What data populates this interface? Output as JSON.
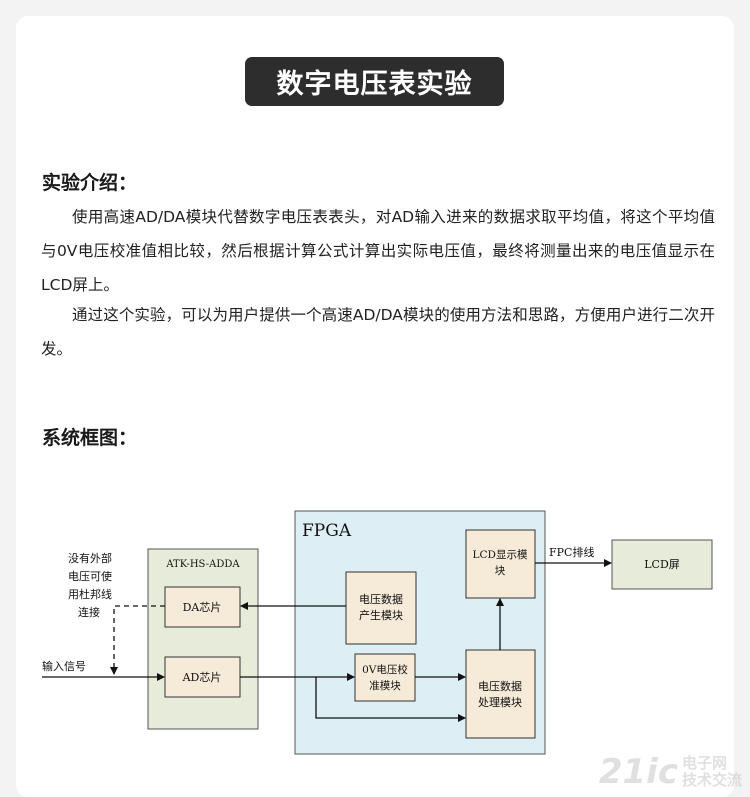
{
  "title": "数字电压表实验",
  "intro": {
    "heading": "实验介绍：",
    "paragraphs": [
      "使用高速AD/DA模块代替数字电压表表头，对AD输入进来的数据求取平均值，将这个平均值与0V电压校准值相比较，然后根据计算公式计算出实际电压值，最终将测量出来的电压值显示在LCD屏上。",
      "通过这个实验，可以为用户提供一个高速AD/DA模块的使用方法和思路，方便用户进行二次开发。"
    ]
  },
  "diagram": {
    "heading": "系统框图：",
    "fpga_label": "FPGA",
    "adda_label": "ATK-HS-ADDA",
    "da_chip": "DA芯片",
    "ad_chip": "AD芯片",
    "voltage_gen": [
      "电压数据",
      "产生模块"
    ],
    "calib": [
      "0V电压校",
      "准模块"
    ],
    "processing": [
      "电压数据",
      "处理模块"
    ],
    "lcd_display": [
      "LCD显示模",
      "块"
    ],
    "lcd_screen": "LCD屏",
    "fpc_label": "FPC排线",
    "input_label": "输入信号",
    "note": [
      "没有外部",
      "电压可使",
      "用杜邦线",
      "连接"
    ],
    "colors": {
      "fpga_fill": "#ddeef5",
      "adda_fill": "#e6ecd9",
      "box_fill": "#f6ead8"
    }
  },
  "watermark": {
    "number": "21ic",
    "text": [
      "电子网",
      "技术交流"
    ]
  }
}
